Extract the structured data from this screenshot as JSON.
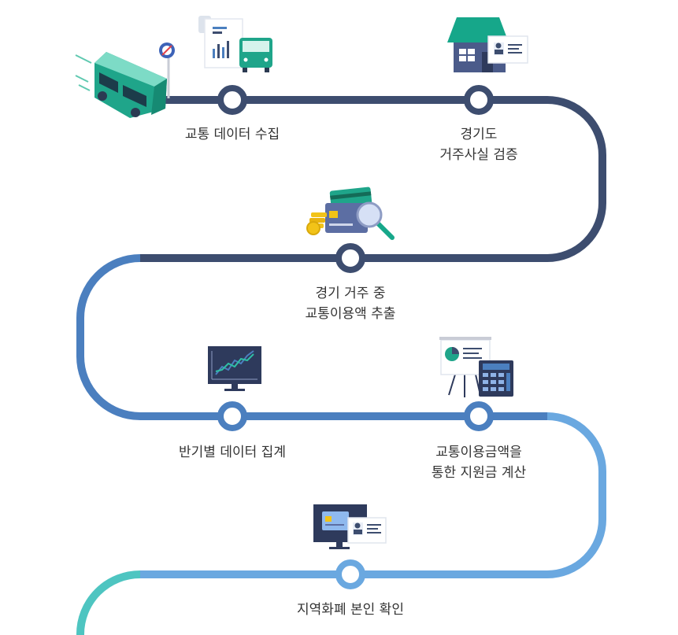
{
  "steps": [
    {
      "id": "collect",
      "lines": [
        "교통 데이터 수집"
      ],
      "icon": "bus-icon"
    },
    {
      "id": "verify",
      "lines": [
        "경기도",
        "거주사실 검증"
      ],
      "icon": "house-id-card-icon"
    },
    {
      "id": "extract",
      "lines": [
        "경기 거주 중",
        "교통이용액 추출"
      ],
      "icon": "card-magnifier-icon"
    },
    {
      "id": "aggregate",
      "lines": [
        "반기별 데이터 집계"
      ],
      "icon": "chart-monitor-icon"
    },
    {
      "id": "calculate",
      "lines": [
        "교통이용금액을",
        "통한 지원금 계산"
      ],
      "icon": "calculator-presentation-icon"
    },
    {
      "id": "confirm",
      "lines": [
        "지역화폐 본인 확인"
      ],
      "icon": "monitor-card-id-icon"
    }
  ],
  "colors": {
    "navy": "#3d4d6f",
    "blue": "#4b7fbf",
    "light_blue": "#6aa8e0",
    "teal": "#4ec5c1",
    "green": "#1fa58a",
    "mint": "#7ddbc6",
    "gold": "#f2c318"
  }
}
